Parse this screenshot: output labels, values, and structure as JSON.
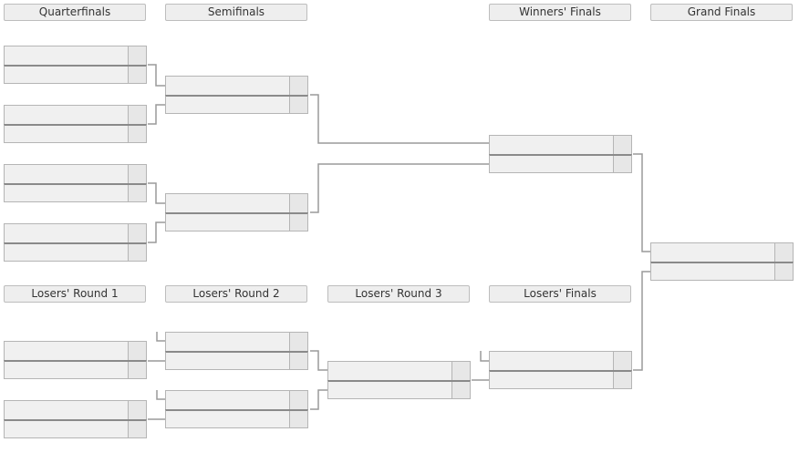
{
  "headers": {
    "quarterfinals": "Quarterfinals",
    "semifinals": "Semifinals",
    "winners_finals": "Winners' Finals",
    "grand_finals": "Grand Finals",
    "losers_round_1": "Losers' Round 1",
    "losers_round_2": "Losers' Round 2",
    "losers_round_3": "Losers' Round 3",
    "losers_finals": "Losers' Finals"
  },
  "colors": {
    "header_bg": "#eeeeee",
    "slot_bg": "#f0f0f0",
    "score_bg": "#e7e7e7",
    "connector": "#9a9a9a"
  },
  "matches": {
    "qf1": {
      "top": {
        "name": "",
        "score": ""
      },
      "bot": {
        "name": "",
        "score": ""
      }
    },
    "qf2": {
      "top": {
        "name": "",
        "score": ""
      },
      "bot": {
        "name": "",
        "score": ""
      }
    },
    "qf3": {
      "top": {
        "name": "",
        "score": ""
      },
      "bot": {
        "name": "",
        "score": ""
      }
    },
    "qf4": {
      "top": {
        "name": "",
        "score": ""
      },
      "bot": {
        "name": "",
        "score": ""
      }
    },
    "sf1": {
      "top": {
        "name": "",
        "score": ""
      },
      "bot": {
        "name": "",
        "score": ""
      }
    },
    "sf2": {
      "top": {
        "name": "",
        "score": ""
      },
      "bot": {
        "name": "",
        "score": ""
      }
    },
    "wf": {
      "top": {
        "name": "",
        "score": ""
      },
      "bot": {
        "name": "",
        "score": ""
      }
    },
    "gf": {
      "top": {
        "name": "",
        "score": ""
      },
      "bot": {
        "name": "",
        "score": ""
      }
    },
    "lr1a": {
      "top": {
        "name": "",
        "score": ""
      },
      "bot": {
        "name": "",
        "score": ""
      }
    },
    "lr1b": {
      "top": {
        "name": "",
        "score": ""
      },
      "bot": {
        "name": "",
        "score": ""
      }
    },
    "lr2a": {
      "top": {
        "name": "",
        "score": ""
      },
      "bot": {
        "name": "",
        "score": ""
      }
    },
    "lr2b": {
      "top": {
        "name": "",
        "score": ""
      },
      "bot": {
        "name": "",
        "score": ""
      }
    },
    "lr3": {
      "top": {
        "name": "",
        "score": ""
      },
      "bot": {
        "name": "",
        "score": ""
      }
    },
    "lf": {
      "top": {
        "name": "",
        "score": ""
      },
      "bot": {
        "name": "",
        "score": ""
      }
    }
  }
}
